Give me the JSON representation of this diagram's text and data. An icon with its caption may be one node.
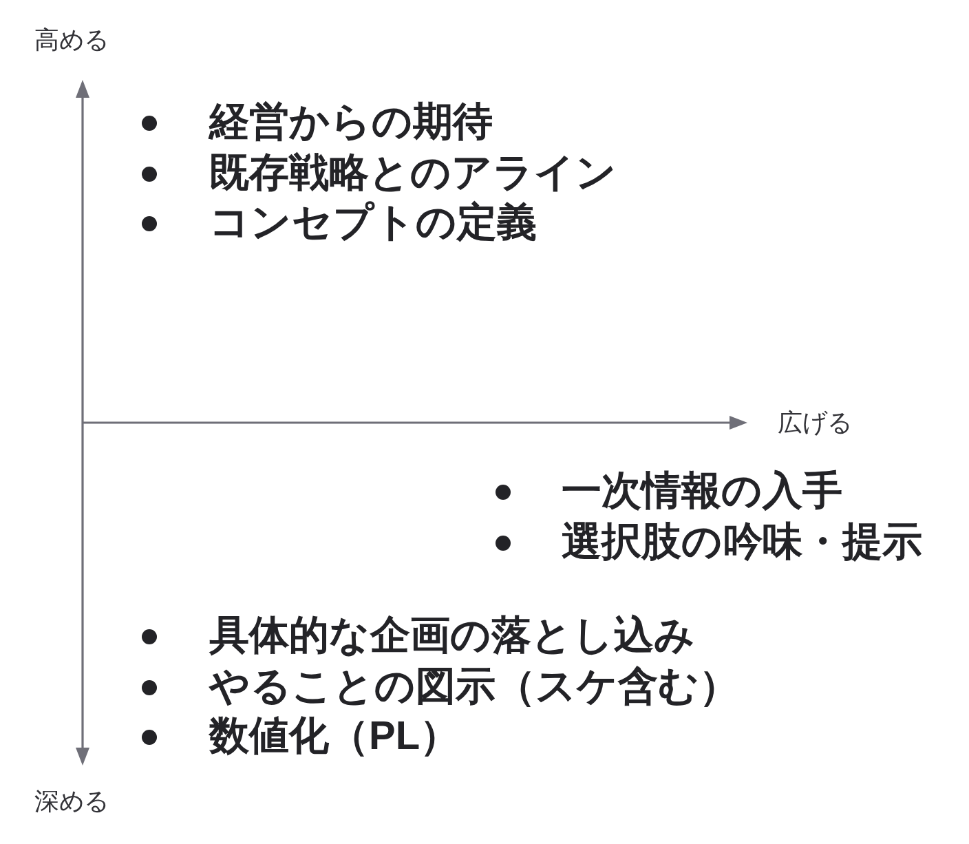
{
  "diagram": {
    "labels": [
      "高める",
      "経営からの期待",
      "既存戦略とのアライン",
      "コンセプトの定義",
      "広げる",
      "一次情報の入手",
      "選択肢の吟味・提示",
      "具体的な企画の落とし込み",
      "やることの図示（スケ含む）",
      "数値化（PL）",
      "深める"
    ]
  }
}
